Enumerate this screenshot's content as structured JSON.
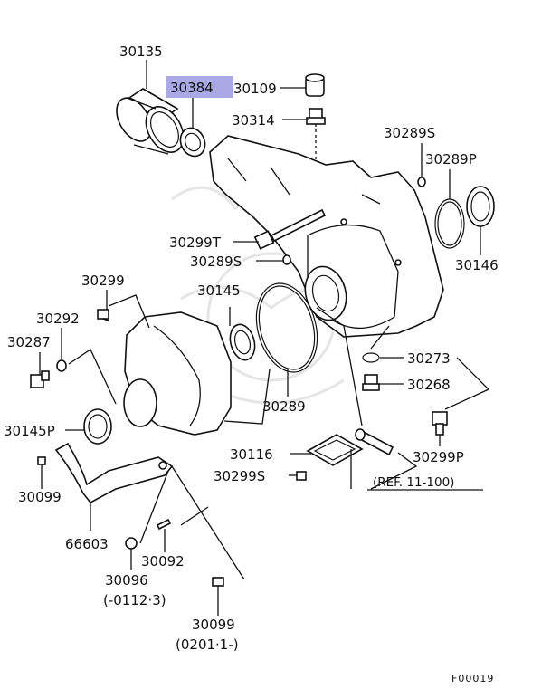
{
  "highlight_color": "#a9a9e6",
  "labels": {
    "p30135": "30135",
    "p30384": "30384",
    "p30109": "30109",
    "p30314": "30314",
    "p30289S_top": "30289S",
    "p30289P": "30289P",
    "p30146": "30146",
    "p30299T": "30299T",
    "p30289S_mid": "30289S",
    "p30145": "30145",
    "p30299": "30299",
    "p30292": "30292",
    "p30287": "30287",
    "p30273": "30273",
    "p30268": "30268",
    "p30289": "30289",
    "p30145P": "30145P",
    "p30116": "30116",
    "p30299P": "30299P",
    "p30299S": "30299S",
    "ref": "(REF. 11-100)",
    "p30099_a": "30099",
    "p66603": "66603",
    "p30092": "30092",
    "p30096": "30096",
    "p30096_note": "(-0112·3)",
    "p30099_b": "30099",
    "p30099_b_note": "(0201·1-)",
    "figure_code": "F00019"
  }
}
